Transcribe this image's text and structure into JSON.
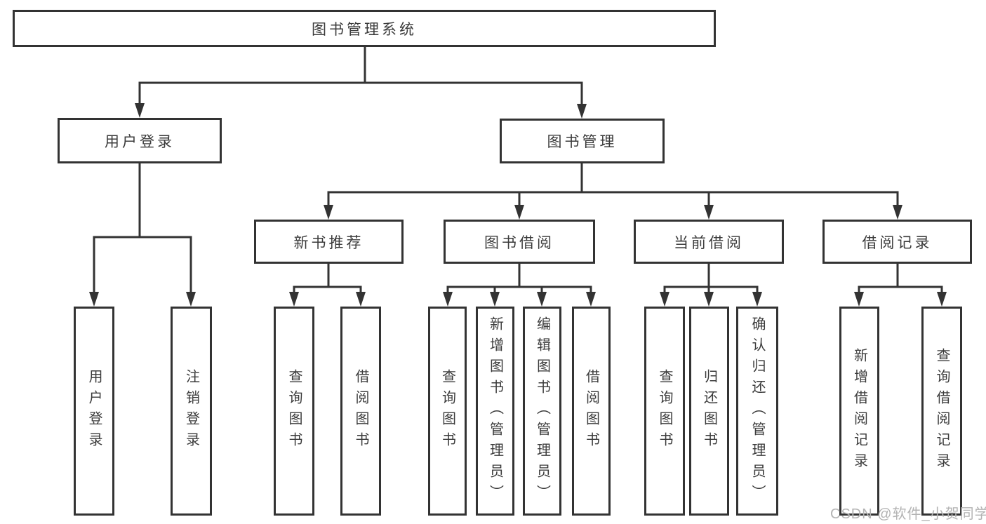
{
  "tree": {
    "root": {
      "label": "图书管理系统"
    },
    "branches": [
      {
        "label": "用户登录",
        "children": [
          {
            "label": "用户登录"
          },
          {
            "label": "注销登录"
          }
        ]
      },
      {
        "label": "图书管理",
        "sections": [
          {
            "label": "新书推荐",
            "children": [
              {
                "label": "查询图书"
              },
              {
                "label": "借阅图书"
              }
            ]
          },
          {
            "label": "图书借阅",
            "children": [
              {
                "label": "查询图书"
              },
              {
                "label": "新增图书（管理员）"
              },
              {
                "label": "编辑图书（管理员）"
              },
              {
                "label": "借阅图书"
              }
            ]
          },
          {
            "label": "当前借阅",
            "children": [
              {
                "label": "查询图书"
              },
              {
                "label": "归还图书"
              },
              {
                "label": "确认归还（管理员）"
              }
            ]
          },
          {
            "label": "借阅记录",
            "children": [
              {
                "label": "新增借阅记录"
              },
              {
                "label": "查询借阅记录"
              }
            ]
          }
        ]
      }
    ]
  },
  "watermark": {
    "text": "CSDN @软件_小贺同学"
  },
  "colors": {
    "line": "#333333",
    "text": "#3b3b3b",
    "box_background": "#ffffff",
    "page_background": "#ffffff",
    "watermark": "#b3b3b3"
  }
}
